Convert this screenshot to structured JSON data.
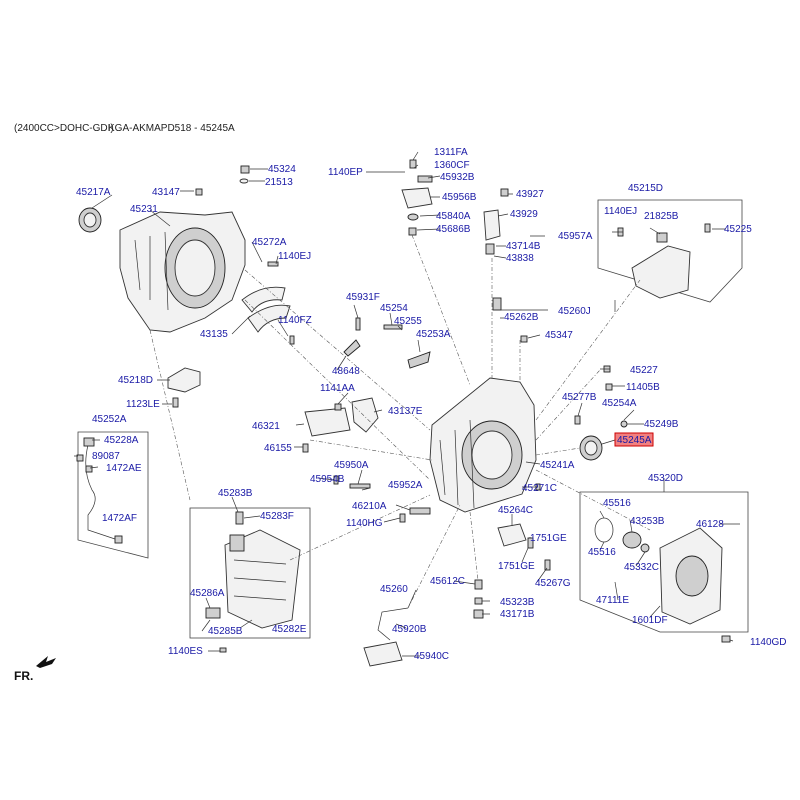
{
  "header": {
    "engine": "(2400CC>DOHC-GDI)",
    "diagram_ref": "KGA-AKMAPD518 - 45245A"
  },
  "direction_label": "FR.",
  "colors": {
    "label": "#1a1aa6",
    "highlight_fill": "#f08080",
    "highlight_border": "#cc0000"
  },
  "highlighted_part": "45245A",
  "parts": {
    "p45324": "45324",
    "p21513": "21513",
    "p45217A": "45217A",
    "p43147": "43147",
    "p45231": "45231",
    "p45272A": "45272A",
    "p1140EJ_a": "1140EJ",
    "p1140FZ": "1140FZ",
    "p43135": "43135",
    "p45218D": "45218D",
    "p1123LE": "1123LE",
    "p45252A": "45252A",
    "p45228A": "45228A",
    "p89087": "89087",
    "p1472AE": "1472AE",
    "p1472AF": "1472AF",
    "p45283B": "45283B",
    "p45283F": "45283F",
    "p45286A": "45286A",
    "p45285B": "45285B",
    "p45282E": "45282E",
    "p1140ES": "1140ES",
    "p1311FA": "1311FA",
    "p1140EP": "1140EP",
    "p1360CF": "1360CF",
    "p45932B": "45932B",
    "p45956B": "45956B",
    "p45840A": "45840A",
    "p45686B": "45686B",
    "p43927": "43927",
    "p43929": "43929",
    "p45957A": "45957A",
    "p43714B": "43714B",
    "p43838": "43838",
    "p45215D": "45215D",
    "p1140EJ_b": "1140EJ",
    "p21825B": "21825B",
    "p45225": "45225",
    "p45931F": "45931F",
    "p45254": "45254",
    "p45255": "45255",
    "p45253A": "45253A",
    "p45260J": "45260J",
    "p45262B": "45262B",
    "p45347": "45347",
    "p48648": "48648",
    "p1141AA": "1141AA",
    "p43137E": "43137E",
    "p46321": "46321",
    "p46155": "46155",
    "p45227": "45227",
    "p11405B": "11405B",
    "p45277B": "45277B",
    "p45254A": "45254A",
    "p45249B": "45249B",
    "p45245A": "45245A",
    "p45241A": "45241A",
    "p45950A": "45950A",
    "p45954B": "45954B",
    "p45952A": "45952A",
    "p46210A": "46210A",
    "p1140HG": "1140HG",
    "p45271C": "45271C",
    "p45264C": "45264C",
    "p1751GE_a": "1751GE",
    "p1751GE_b": "1751GE",
    "p45267G": "45267G",
    "p45320D": "45320D",
    "p45516_a": "45516",
    "p45516_b": "45516",
    "p43253B": "43253B",
    "p46128": "46128",
    "p45332C": "45332C",
    "p47111E": "47111E",
    "p1601DF": "1601DF",
    "p1140GD": "1140GD",
    "p45260": "45260",
    "p45612C": "45612C",
    "p45323B": "45323B",
    "p43171B": "43171B",
    "p45920B": "45920B",
    "p45940C": "45940C"
  }
}
